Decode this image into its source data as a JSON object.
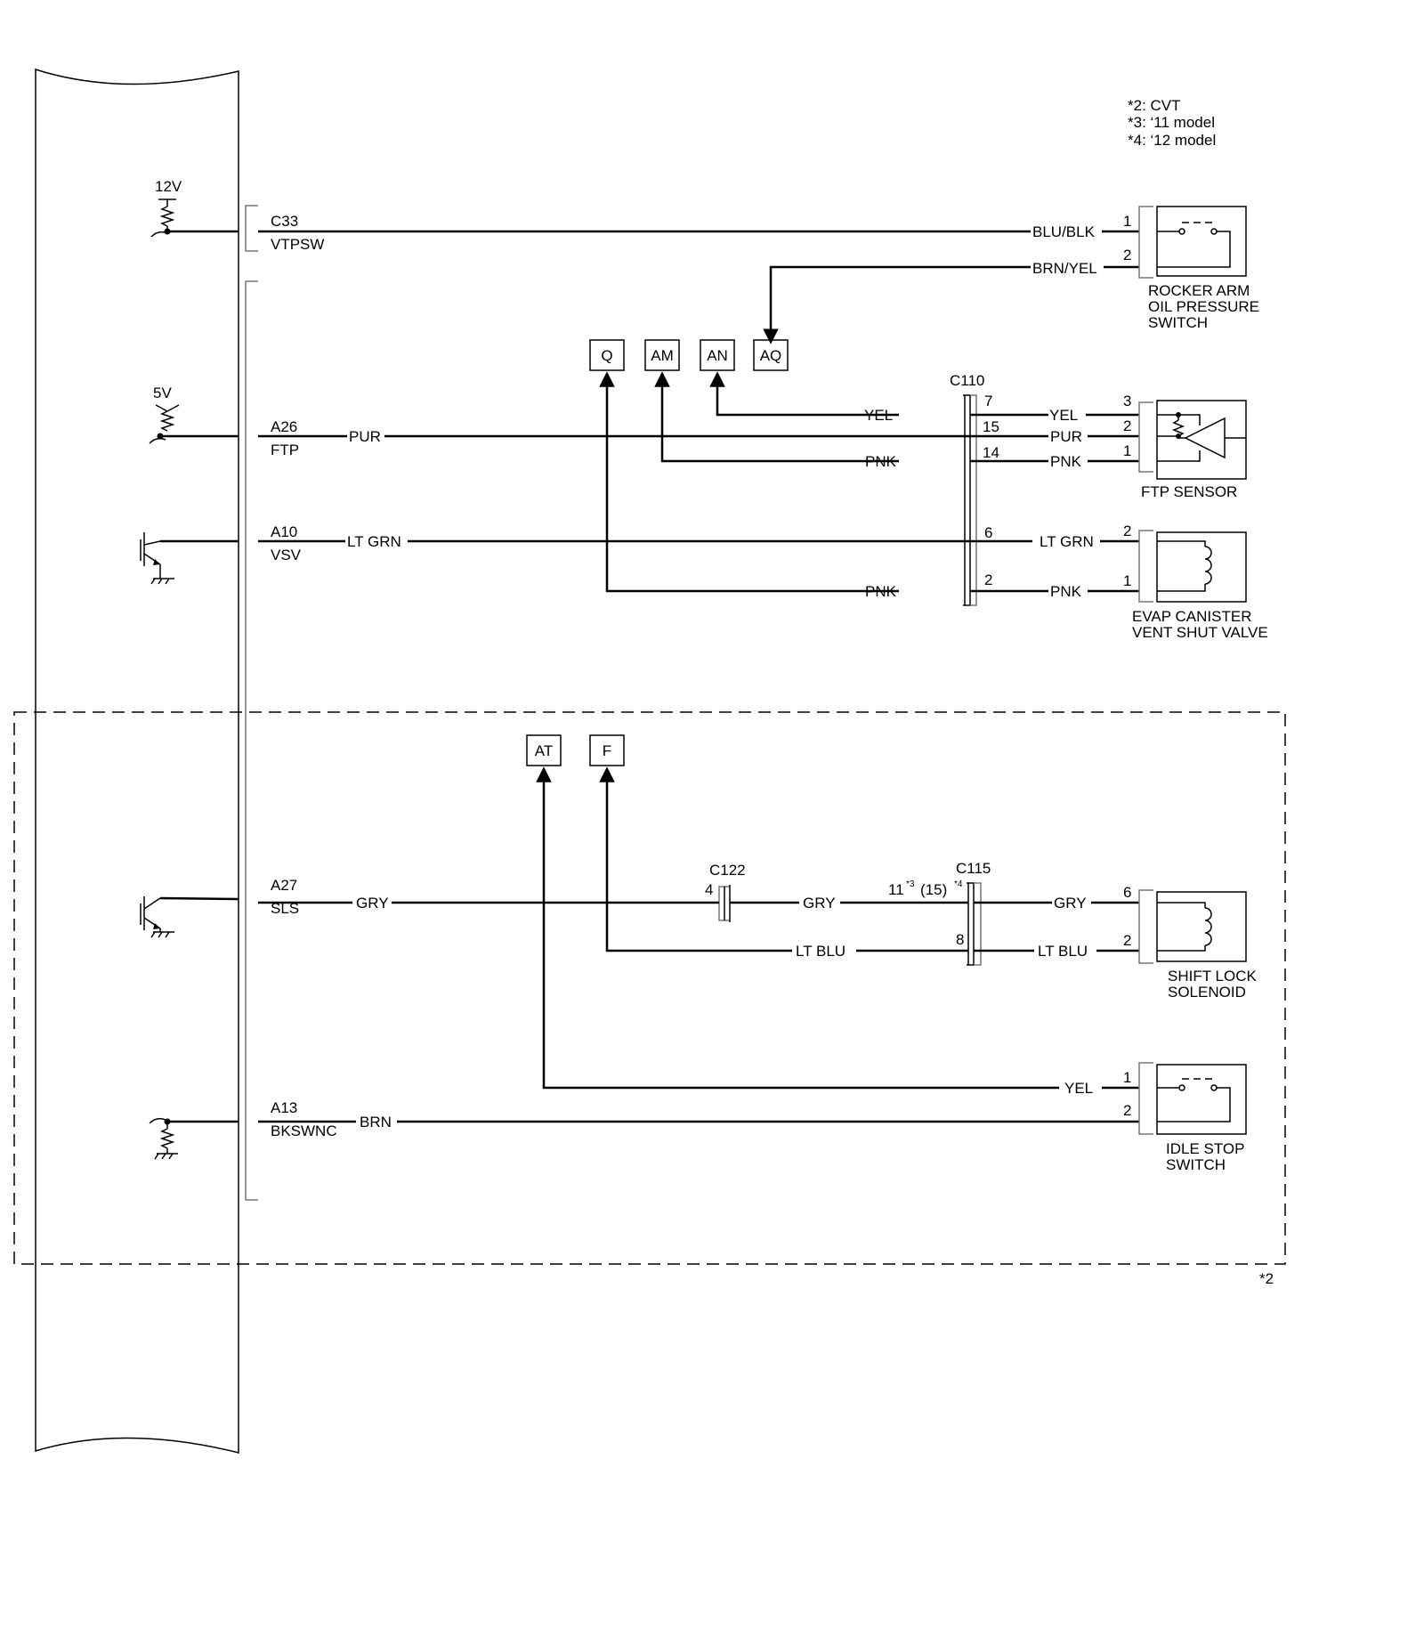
{
  "notes": [
    "*2: CVT",
    "*3: ‘11 model",
    "*4: ‘12 model"
  ],
  "supplies": {
    "v12": "12V",
    "v5": "5V"
  },
  "ecm_pins": [
    {
      "pin": "C33",
      "signal": "VTPSW"
    },
    {
      "pin": "A26",
      "signal": "FTP"
    },
    {
      "pin": "A10",
      "signal": "VSV"
    },
    {
      "pin": "A27",
      "signal": "SLS"
    },
    {
      "pin": "A13",
      "signal": "BKSWNC"
    }
  ],
  "connectors": {
    "c110": "C110",
    "c122": "C122",
    "c115": "C115"
  },
  "refs": [
    "Q",
    "AM",
    "AN",
    "AQ",
    "AT",
    "F"
  ],
  "wires": {
    "blu_blk": "BLU/BLK",
    "brn_yel": "BRN/YEL",
    "yel_in": "YEL",
    "yel_out": "YEL",
    "pur_in": "PUR",
    "pur_out": "PUR",
    "pnk_in": "PNK",
    "pnk_out": "PNK",
    "ltgrn_in": "LT GRN",
    "ltgrn_out": "LT GRN",
    "pnk2_in": "PNK",
    "pnk2_out": "PNK",
    "gry_a": "GRY",
    "gry_b": "GRY",
    "gry_c": "GRY",
    "ltblu_in": "LT BLU",
    "ltblu_out": "LT BLU",
    "yel_idle": "YEL",
    "brn": "BRN"
  },
  "pins": {
    "rocker1": "1",
    "rocker2": "2",
    "c110_7": "7",
    "c110_15": "15",
    "c110_14": "14",
    "c110_6": "6",
    "c110_2": "2",
    "ftp3": "3",
    "ftp2": "2",
    "ftp1": "1",
    "evap2": "2",
    "evap1": "1",
    "c122_4": "4",
    "c115_11": "11",
    "c115_sup3": "*3",
    "c115_15": "(15)",
    "c115_sup4": "*4",
    "c115_8": "8",
    "shift6": "6",
    "shift2": "2",
    "idle1": "1",
    "idle2": "2"
  },
  "components": {
    "rocker": [
      "ROCKER ARM",
      "OIL PRESSURE",
      "SWITCH"
    ],
    "ftp": [
      "FTP SENSOR"
    ],
    "evap": [
      "EVAP CANISTER",
      "VENT SHUT VALVE"
    ],
    "shift": [
      "SHIFT LOCK",
      "SOLENOID"
    ],
    "idle": [
      "IDLE STOP",
      "SWITCH"
    ]
  },
  "cvt_mark": "*2"
}
